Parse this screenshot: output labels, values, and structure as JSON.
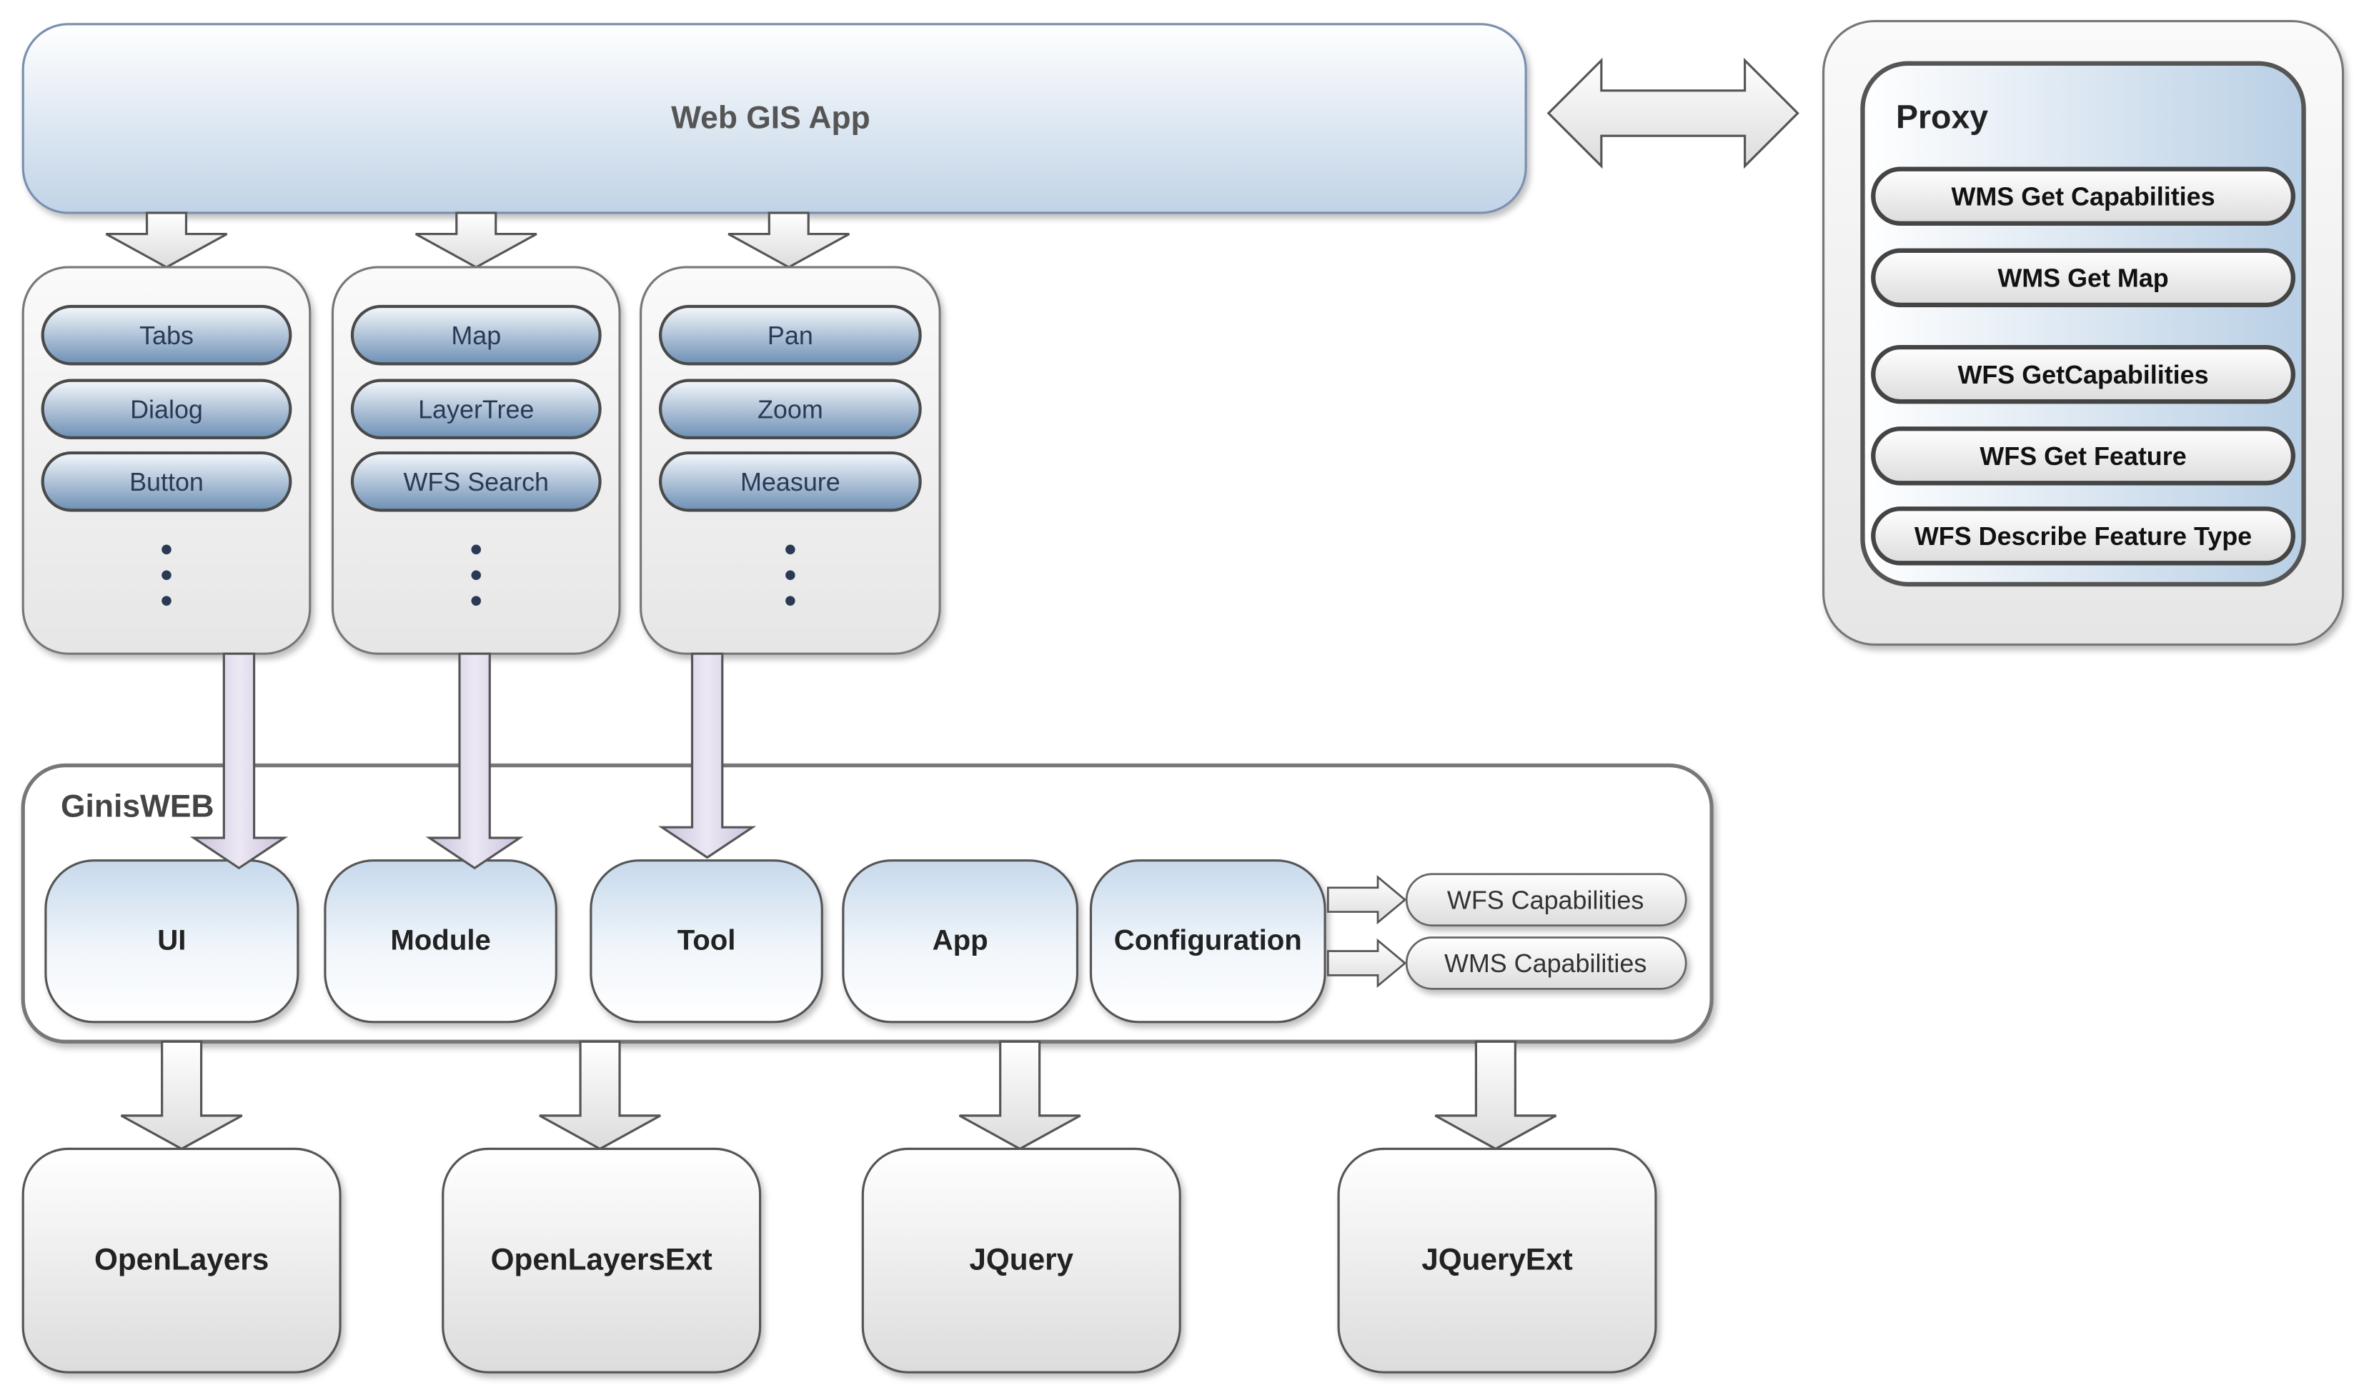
{
  "web_gis_app": {
    "label": "Web GIS App"
  },
  "proxy": {
    "title": "Proxy",
    "items": [
      "WMS Get Capabilities",
      "WMS Get Map",
      "WFS GetCapabilities",
      "WFS Get Feature",
      "WFS Describe Feature Type"
    ]
  },
  "groups": [
    {
      "items": [
        "Tabs",
        "Dialog",
        "Button"
      ],
      "more": "⋮"
    },
    {
      "items": [
        "Map",
        "LayerTree",
        "WFS Search"
      ],
      "more": "⋮"
    },
    {
      "items": [
        "Pan",
        "Zoom",
        "Measure"
      ],
      "more": "⋮"
    }
  ],
  "ginisweb": {
    "title": "GinisWEB",
    "modules": [
      "UI",
      "Module",
      "Tool",
      "App",
      "Configuration"
    ],
    "config_outputs": [
      "WFS Capabilities",
      "WMS Capabilities"
    ]
  },
  "libraries": [
    "OpenLayers",
    "OpenLayersExt",
    "JQuery",
    "JQueryExt"
  ],
  "colors": {
    "blue_top": "#ffffff",
    "blue_bottom": "#c3d6e8",
    "pill_dark": "#6d8fb3",
    "stroke": "#5a5a5a",
    "purple_arrow": "#d9d3e6"
  }
}
